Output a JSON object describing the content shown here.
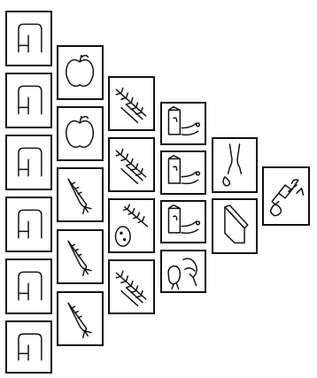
{
  "diagram": {
    "type": "food-pyramid",
    "orientation": "apex-right",
    "columns": [
      {
        "group": "grains",
        "items": [
          "grain-icon",
          "grain-icon",
          "grain-icon",
          "grain-icon",
          "grain-icon",
          "grain-icon"
        ]
      },
      {
        "group": "fruits-vegetables",
        "items": [
          "apple-icon",
          "apple-icon",
          "carrot-icon",
          "carrot-icon",
          "carrot-icon"
        ]
      },
      {
        "group": "grains-potato",
        "items": [
          "wheat-icon",
          "wheat-icon",
          "wheat-potato-icon",
          "wheat-icon"
        ]
      },
      {
        "group": "dairy-meat",
        "items": [
          "milk-carton-icon",
          "milk-carton-icon",
          "milk-carton-icon",
          "fish-poultry-icon"
        ]
      },
      {
        "group": "fats",
        "items": [
          "oil-drop-icon",
          "butter-icon"
        ]
      },
      {
        "group": "sweets",
        "items": [
          "candy-icon"
        ]
      }
    ]
  }
}
